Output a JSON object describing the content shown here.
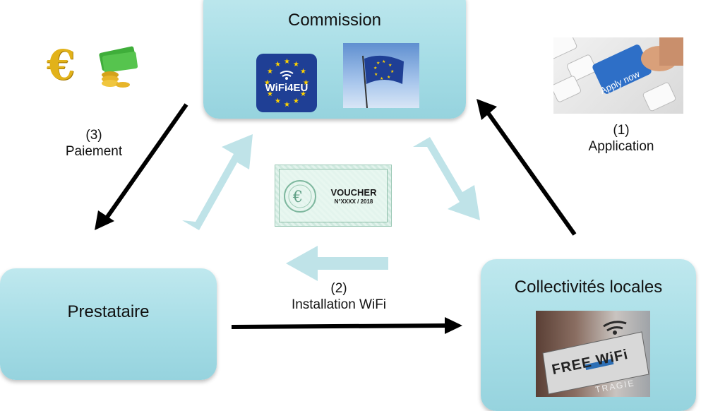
{
  "nodes": {
    "commission": {
      "title": "Commission"
    },
    "prestataire": {
      "title": "Prestataire"
    },
    "collectivites": {
      "title": "Collectivités locales"
    }
  },
  "steps": {
    "application": {
      "number": "(1)",
      "label": "Application"
    },
    "installation": {
      "number": "(2)",
      "label": "Installation WiFi"
    },
    "paiement": {
      "number": "(3)",
      "label": "Paiement"
    }
  },
  "images": {
    "wifi4eu_logo": "WiFi4EU",
    "apply_key": "Apply now",
    "voucher_title": "VOUCHER",
    "voucher_number": "N°XXXX / 2018",
    "free_wifi_sign": "FREE WiFi",
    "storefront_text": "TRAGIE"
  },
  "colors": {
    "node_fill": "#a6dde6",
    "light_arrow": "#bfe3e8",
    "dark_arrow": "#000000",
    "eu_blue": "#1f3f95",
    "eu_star": "#ffd200"
  }
}
